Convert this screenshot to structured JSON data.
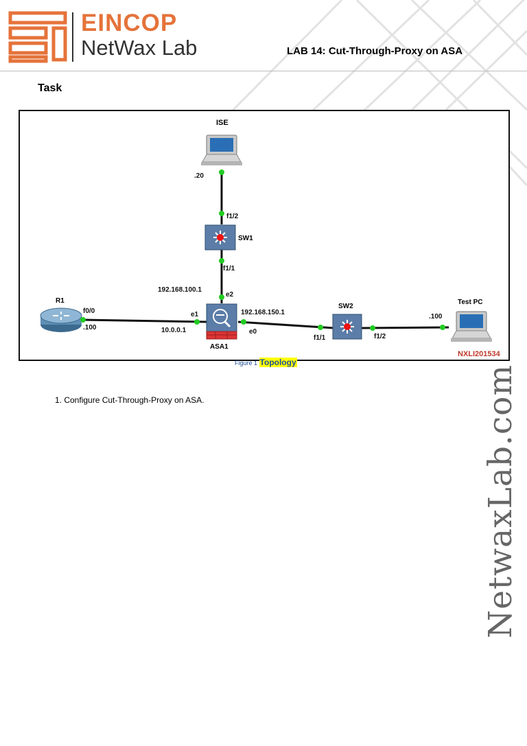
{
  "header": {
    "brand_top": "EINCOP",
    "brand_bottom": "NetWax Lab",
    "lab_title": "LAB 14: Cut-Through-Proxy on ASA"
  },
  "section": {
    "title": "Task"
  },
  "figure": {
    "caption_prefix": "Figure 1",
    "caption_highlight": "Topology",
    "watermark_id": "NXLI201534",
    "devices": {
      "ise": "ISE",
      "sw1": "SW1",
      "asa": "ASA1",
      "r1": "R1",
      "sw2": "SW2",
      "testpc": "Test PC"
    },
    "labels": {
      "ise_addr": ".20",
      "sw1_f12": "f1/2",
      "sw1_f11": "f1/1",
      "asa_e2_ip": "192.168.100.1",
      "asa_e2": "e2",
      "r1_f00": "f0/0",
      "r1_addr": ".100",
      "asa_e1": "e1",
      "asa_e1_ip": "10.0.0.1",
      "asa_e0_ip": "192.168.150.1",
      "asa_e0": "e0",
      "sw2_f11": "f1/1",
      "sw2_f12": "f1/2",
      "pc_addr": ".100"
    }
  },
  "tasks": [
    "1.  Configure Cut-Through-Proxy on ASA."
  ],
  "watermark": "NetwaxLab.com",
  "colors": {
    "brand": "#E5733A",
    "link_dot": "#22CC22",
    "switch": "#5B7DA8"
  }
}
